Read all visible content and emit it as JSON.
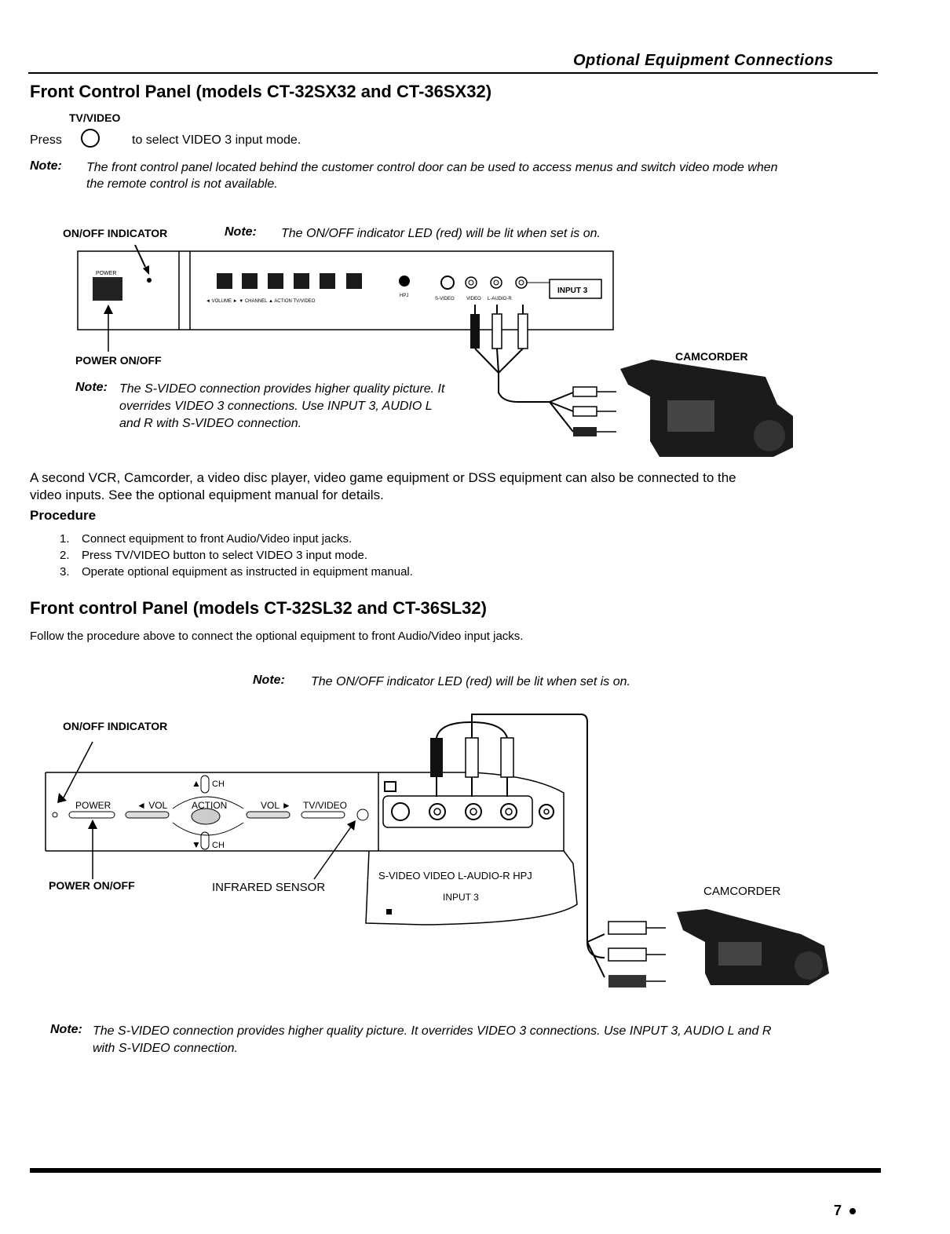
{
  "header": {
    "section_title": "Optional Equipment Connections"
  },
  "section1": {
    "title": "Front Control Panel (models CT-32SX32 and CT-36SX32)",
    "tvvideo_label": "TV/VIDEO",
    "press_text": "Press",
    "press_suffix": "to select VIDEO 3 input mode.",
    "note_label": "Note:",
    "note_line1": "The front control panel located behind the customer control door can be used to access menus and switch video mode when",
    "note_line2": "the remote control is not available.",
    "diagram": {
      "onoff_indicator": "ON/OFF INDICATOR",
      "led_note_label": "Note:",
      "led_note_text": "The ON/OFF indicator LED (red) will be lit when set is on.",
      "power_label": "POWER",
      "panel_labels": "◄ VOLUME ►   ▼ CHANNEL ▲   ACTION  TV/VIDEO",
      "hpj": "HPJ",
      "svideo": "S-VIDEO",
      "video": "VIDEO",
      "laudior": "L-AUDIO-R",
      "input3": "INPUT 3",
      "power_onoff": "POWER ON/OFF",
      "camcorder": "CAMCORDER",
      "svideo_note_label": "Note:",
      "svideo_note_line1": "The S-VIDEO connection provides higher quality picture. It",
      "svideo_note_line2": "overrides VIDEO 3 connections. Use INPUT 3, AUDIO L",
      "svideo_note_line3": "and R with S-VIDEO connection."
    }
  },
  "middle": {
    "para_line1": "A second VCR, Camcorder, a video disc player, video game equipment or DSS equipment can also be connected to the",
    "para_line2": "video inputs. See the optional equipment manual for details.",
    "procedure_title": "Procedure",
    "steps": [
      {
        "num": "1.",
        "text": "Connect equipment to front Audio/Video input jacks."
      },
      {
        "num": "2.",
        "text": "Press TV/VIDEO button to select VIDEO 3 input mode."
      },
      {
        "num": "3.",
        "text": "Operate optional equipment as instructed in equipment manual."
      }
    ]
  },
  "section2": {
    "title": "Front control Panel (models CT-32SL32 and CT-36SL32)",
    "intro": "Follow the procedure above to connect the optional equipment to front Audio/Video input jacks.",
    "led_note_label": "Note:",
    "led_note_text": "The ON/OFF indicator LED (red) will be lit when set is on.",
    "diagram": {
      "onoff_indicator": "ON/OFF INDICATOR",
      "power": "POWER",
      "vol_left": "◄ VOL",
      "action": "ACTION",
      "vol_right": "VOL ►",
      "tvvideo": "TV/VIDEO",
      "ch": "CH",
      "power_onoff": "POWER ON/OFF",
      "infrared_sensor": "INFRARED SENSOR",
      "jack_labels": "S-VIDEO VIDEO L-AUDIO-R  HPJ",
      "input3": "INPUT 3",
      "camcorder": "CAMCORDER"
    },
    "note_label": "Note:",
    "note_line1": "The S-VIDEO connection provides higher quality picture. It overrides VIDEO 3 connections. Use INPUT 3, AUDIO L and R",
    "note_line2": "with S-VIDEO connection."
  },
  "footer": {
    "page_number": "7"
  }
}
